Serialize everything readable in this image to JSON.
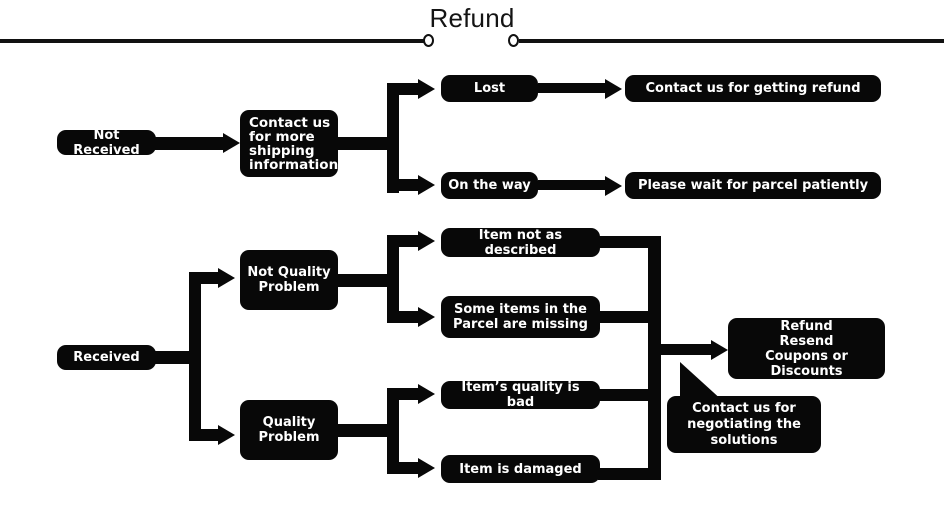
{
  "header": {
    "title": "Refund",
    "rule_color": "#111111",
    "dot_left": "circle-marker",
    "dot_right": "circle-marker"
  },
  "theme": {
    "node_fill": "#080808",
    "node_text": "#ffffff",
    "page_background": "#ffffff",
    "connector_color": "#080808"
  },
  "chart_data": {
    "type": "diagram",
    "title": "Refund",
    "nodes": [
      {
        "id": "not-received",
        "label": "Not Received"
      },
      {
        "id": "contact-shipping",
        "label": "Contact us\nfor more\nshipping\ninformation"
      },
      {
        "id": "lost",
        "label": "Lost"
      },
      {
        "id": "contact-refund",
        "label": "Contact us for getting refund"
      },
      {
        "id": "on-the-way",
        "label": "On the way"
      },
      {
        "id": "wait-parcel",
        "label": "Please wait for parcel patiently"
      },
      {
        "id": "received",
        "label": "Received"
      },
      {
        "id": "not-quality-problem",
        "label": "Not Quality\nProblem"
      },
      {
        "id": "quality-problem",
        "label": "Quality\nProblem"
      },
      {
        "id": "not-as-described",
        "label": "Item not as described"
      },
      {
        "id": "items-missing",
        "label": "Some items in the\nParcel are missing"
      },
      {
        "id": "quality-bad",
        "label": "Item’s quality is bad"
      },
      {
        "id": "item-damaged",
        "label": "Item is damaged"
      },
      {
        "id": "refund-resend",
        "label": "Refund\nResend\nCoupons or Discounts"
      },
      {
        "id": "negotiate-callout",
        "label": "Contact us for\nnegotiating the\nsolutions"
      }
    ],
    "edges": [
      {
        "from": "not-received",
        "to": "contact-shipping"
      },
      {
        "from": "contact-shipping",
        "to": "lost"
      },
      {
        "from": "contact-shipping",
        "to": "on-the-way"
      },
      {
        "from": "lost",
        "to": "contact-refund"
      },
      {
        "from": "on-the-way",
        "to": "wait-parcel"
      },
      {
        "from": "received",
        "to": "not-quality-problem"
      },
      {
        "from": "received",
        "to": "quality-problem"
      },
      {
        "from": "not-quality-problem",
        "to": "not-as-described"
      },
      {
        "from": "not-quality-problem",
        "to": "items-missing"
      },
      {
        "from": "quality-problem",
        "to": "quality-bad"
      },
      {
        "from": "quality-problem",
        "to": "item-damaged"
      },
      {
        "from": "not-as-described",
        "to": "refund-resend"
      },
      {
        "from": "items-missing",
        "to": "refund-resend"
      },
      {
        "from": "quality-bad",
        "to": "refund-resend"
      },
      {
        "from": "item-damaged",
        "to": "refund-resend"
      }
    ]
  },
  "nodes": {
    "not_received": "Not Received",
    "contact_shipping_l1": "Contact us",
    "contact_shipping_l2": "for more",
    "contact_shipping_l3": "shipping",
    "contact_shipping_l4": "information",
    "lost": "Lost",
    "contact_refund": "Contact us for getting refund",
    "on_the_way": "On the way",
    "wait_parcel": "Please wait for parcel patiently",
    "received": "Received",
    "not_quality_problem_l1": "Not Quality",
    "not_quality_problem_l2": "Problem",
    "quality_problem_l1": "Quality",
    "quality_problem_l2": "Problem",
    "not_as_described": "Item not as described",
    "items_missing_l1": "Some items in the",
    "items_missing_l2": "Parcel are missing",
    "quality_bad": "Item’s quality is bad",
    "item_damaged": "Item is damaged",
    "refund_l1": "Refund",
    "refund_l2": "Resend",
    "refund_l3": "Coupons or Discounts",
    "callout_l1": "Contact us for",
    "callout_l2": "negotiating the",
    "callout_l3": "solutions"
  }
}
